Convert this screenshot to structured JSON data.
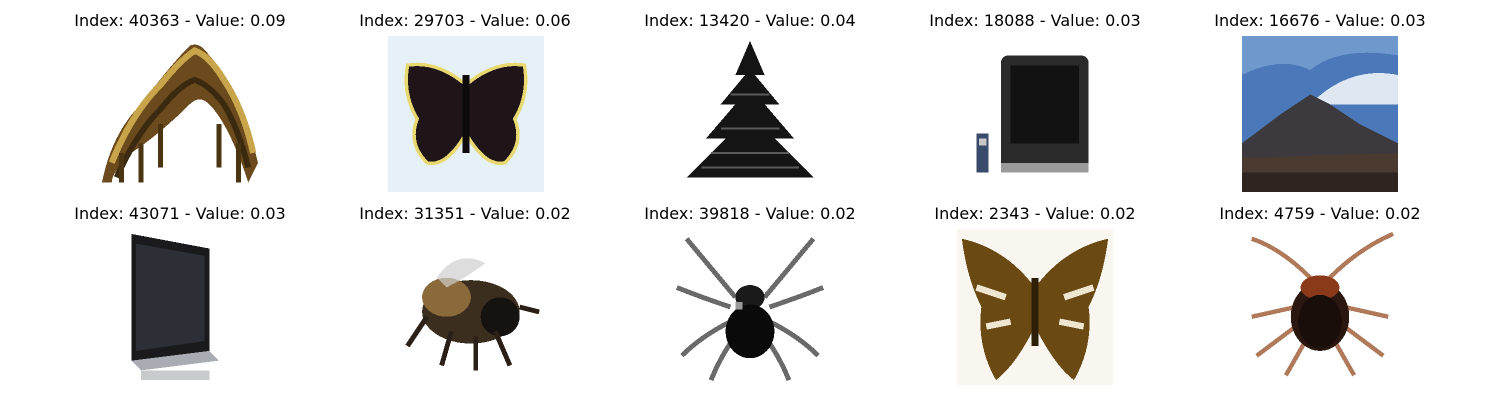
{
  "images": [
    {
      "index": "40363",
      "value": "0.09",
      "subject": "caterpillar"
    },
    {
      "index": "29703",
      "value": "0.06",
      "subject": "dark butterfly"
    },
    {
      "index": "13420",
      "value": "0.04",
      "subject": "pine tree silhouette"
    },
    {
      "index": "18088",
      "value": "0.03",
      "subject": "crt television with remote"
    },
    {
      "index": "16676",
      "value": "0.03",
      "subject": "mountain landscape"
    },
    {
      "index": "43071",
      "value": "0.03",
      "subject": "flat screen television"
    },
    {
      "index": "31351",
      "value": "0.02",
      "subject": "bee"
    },
    {
      "index": "39818",
      "value": "0.02",
      "subject": "spider"
    },
    {
      "index": "2343",
      "value": "0.02",
      "subject": "brown butterfly"
    },
    {
      "index": "4759",
      "value": "0.02",
      "subject": "cockroach"
    }
  ]
}
